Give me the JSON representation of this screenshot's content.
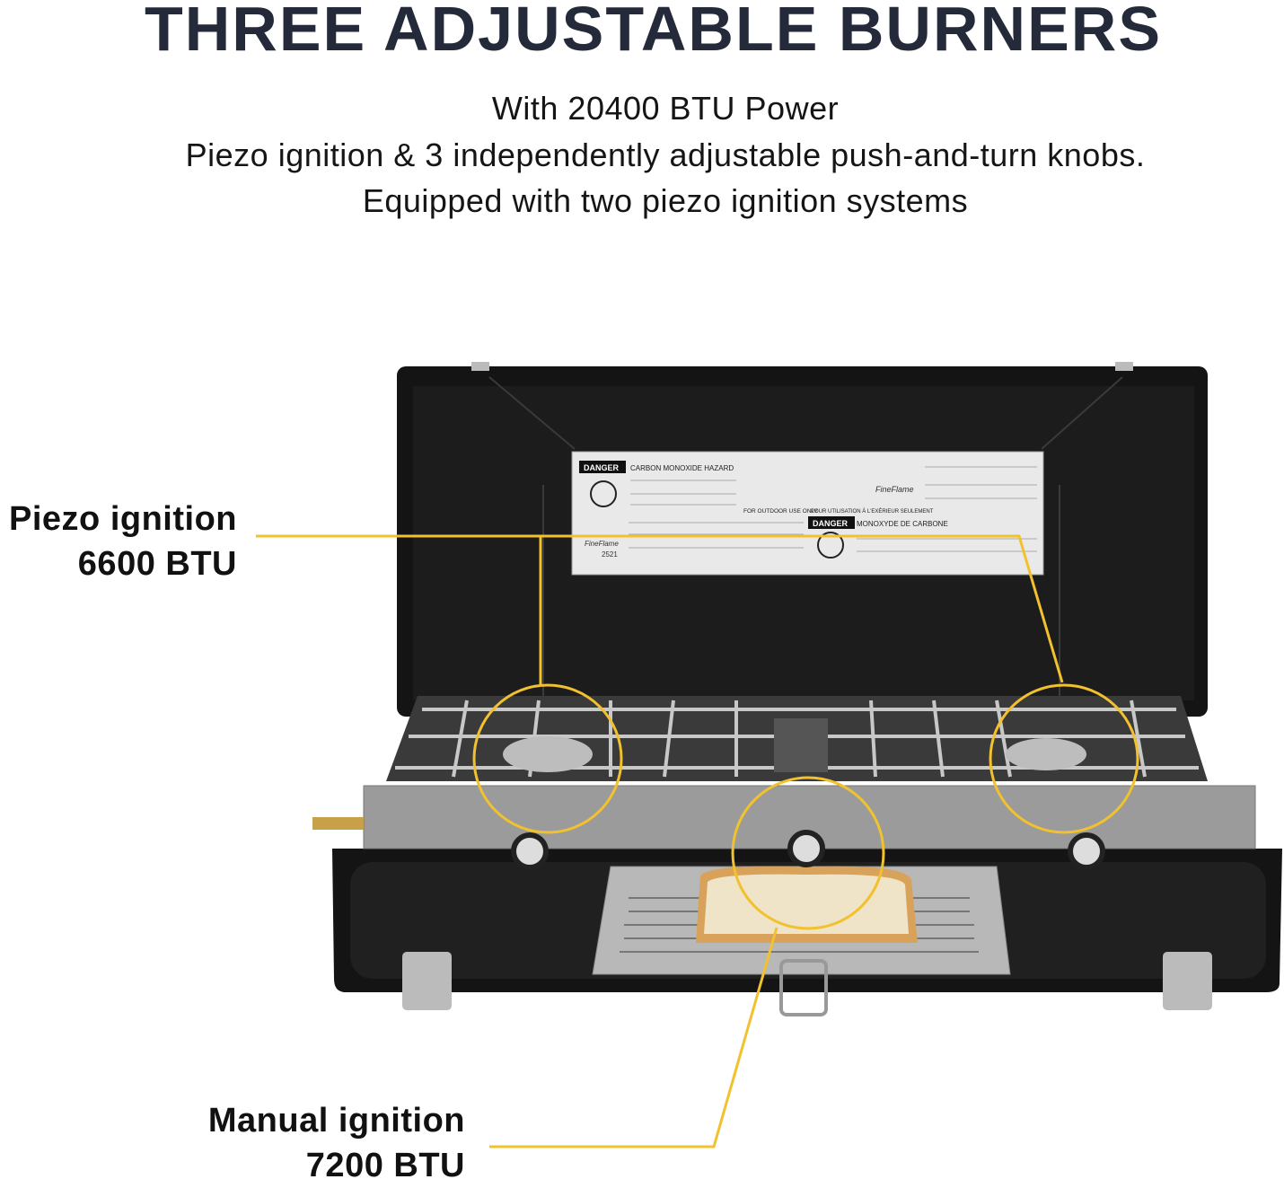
{
  "heading": "THREE ADJUSTABLE BURNERS",
  "subtitle": [
    "With 20400 BTU Power",
    "Piezo ignition & 3 independently adjustable push-and-turn knobs.",
    "Equipped with two piezo ignition systems"
  ],
  "callouts": {
    "piezo": {
      "title": "Piezo ignition",
      "value": "6600 BTU"
    },
    "manual": {
      "title": "Manual ignition",
      "value": "7200 BTU"
    }
  },
  "warning_label": {
    "danger": "DANGER",
    "hazard_en": "CARBON MONOXIDE HAZARD",
    "outdoor_en": "FOR OUTDOOR USE ONLY",
    "outdoor_fr": "POUR UTILISATION À L'EXÉRIEUR SEULEMENT",
    "hazard_fr": "MONOXYDE DE CARBONE",
    "brand": "FineFlame",
    "model": "2521"
  },
  "colors": {
    "heading": "#252a3a",
    "callout_line": "#f2c12e",
    "stove_body": "#141414"
  }
}
